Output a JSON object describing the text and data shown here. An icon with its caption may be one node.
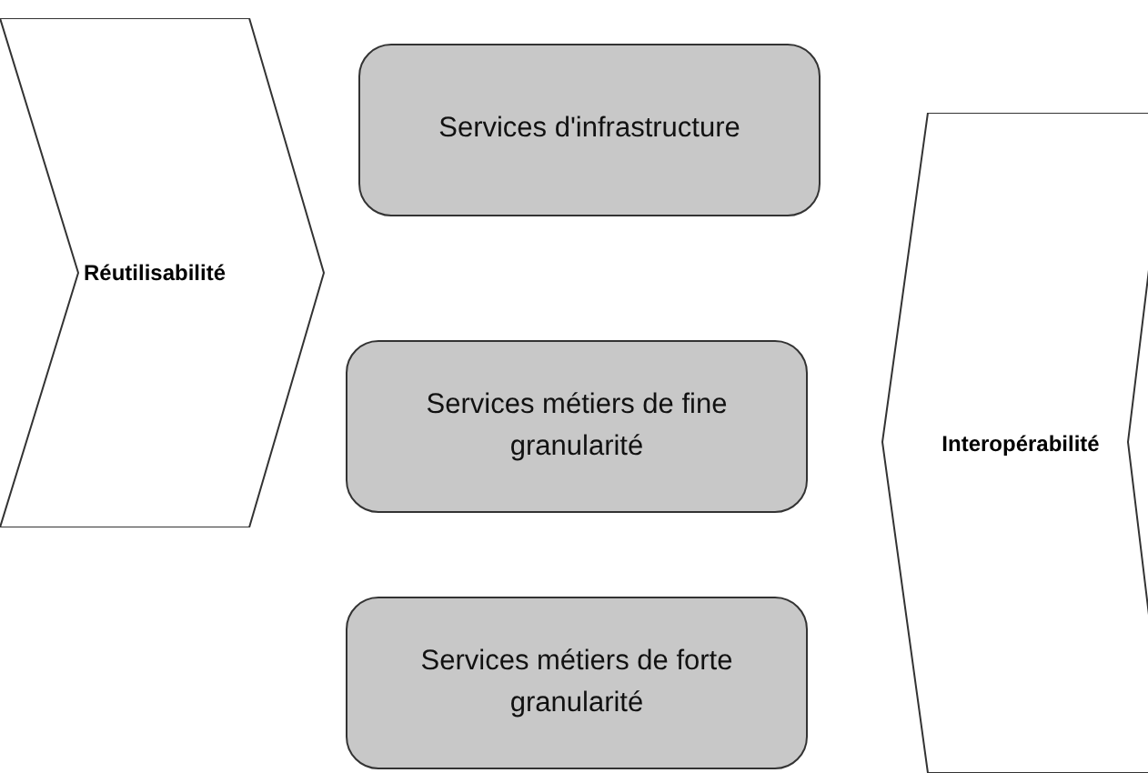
{
  "diagram": {
    "nodes": [
      {
        "text": [
          "Réutilisabilité"
        ]
      },
      {
        "text": [
          "Services d'infrastructure"
        ]
      },
      {
        "text": [
          "Services métiers de fine granularité"
        ]
      },
      {
        "text": [
          "Services métiers de forte granularité"
        ]
      },
      {
        "text": [
          "Interopérabilité"
        ]
      }
    ]
  }
}
